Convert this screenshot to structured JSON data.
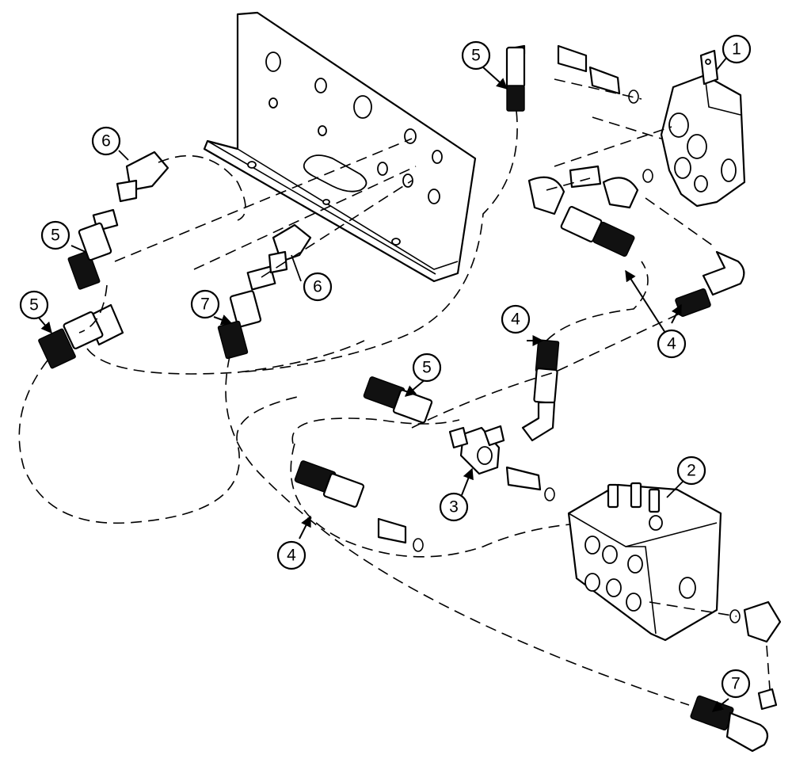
{
  "callouts": [
    {
      "id": "c1",
      "number": "1"
    },
    {
      "id": "c2",
      "number": "2"
    },
    {
      "id": "c3",
      "number": "3"
    },
    {
      "id": "c4a",
      "number": "4"
    },
    {
      "id": "c4b",
      "number": "4"
    },
    {
      "id": "c4c",
      "number": "4"
    },
    {
      "id": "c5a",
      "number": "5"
    },
    {
      "id": "c5b",
      "number": "5"
    },
    {
      "id": "c5c",
      "number": "5"
    },
    {
      "id": "c5d",
      "number": "5"
    },
    {
      "id": "c6a",
      "number": "6"
    },
    {
      "id": "c6b",
      "number": "6"
    },
    {
      "id": "c7a",
      "number": "7"
    },
    {
      "id": "c7b",
      "number": "7"
    }
  ]
}
